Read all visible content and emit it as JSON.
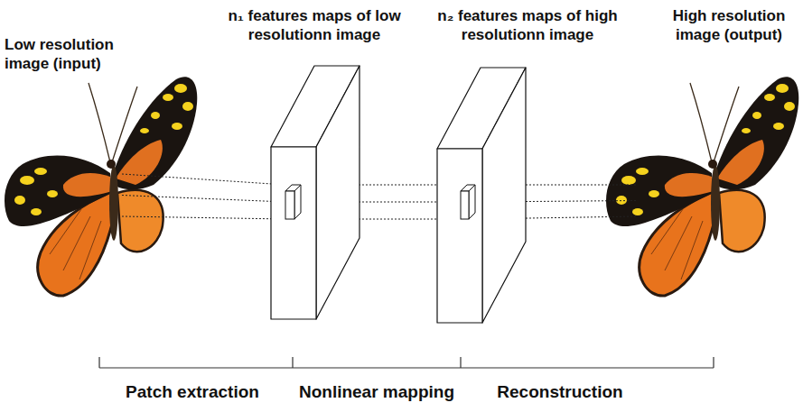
{
  "diagram": {
    "nodes": [
      {
        "text": [
          "Low resolution image (input)"
        ]
      },
      {
        "text": [
          "n₁ features maps of low resolutionn image"
        ]
      },
      {
        "text": [
          "n₂ features maps of high resolutionn image"
        ]
      },
      {
        "text": [
          "High resolution image (output)"
        ]
      }
    ],
    "edges": [
      {
        "from": 0,
        "to": 1,
        "arrow": "none"
      },
      {
        "from": 1,
        "to": 2,
        "arrow": "none"
      },
      {
        "from": 2,
        "to": 3,
        "arrow": "none"
      }
    ],
    "labels": [
      "Patch extraction",
      "Nonlinear mapping",
      "Reconstruction"
    ]
  }
}
